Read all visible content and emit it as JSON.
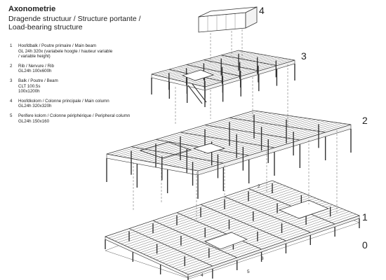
{
  "title": "Axonometrie",
  "subtitle_lines": [
    "Dragende structuur / Structure portante /",
    "Load-bearing structure"
  ],
  "legend": [
    {
      "num": "1",
      "lines": [
        "Hoofdbalk / Poutre primaire / Main beam",
        "GL 24h 320x (variabele hoogte / hauteur variable",
        "/ variable height)"
      ]
    },
    {
      "num": "2",
      "lines": [
        "Rib / Nervure / Rib",
        "GL24h 100x600h"
      ]
    },
    {
      "num": "3",
      "lines": [
        "Balk / Poutre / Beam",
        "CLT 100.5s",
        "100x1200h"
      ]
    },
    {
      "num": "4",
      "lines": [
        "Hoofdkolom / Colonne principale / Main column",
        "GL24h 320x320h"
      ]
    },
    {
      "num": "5",
      "lines": [
        "Perifere kolom / Colonne périphérique / Peripheral column",
        "GL24h 150x160"
      ]
    }
  ],
  "levels": [
    "4",
    "3",
    "2",
    "1",
    "0"
  ],
  "callouts": [
    "2",
    "1",
    "3",
    "4",
    "5"
  ]
}
